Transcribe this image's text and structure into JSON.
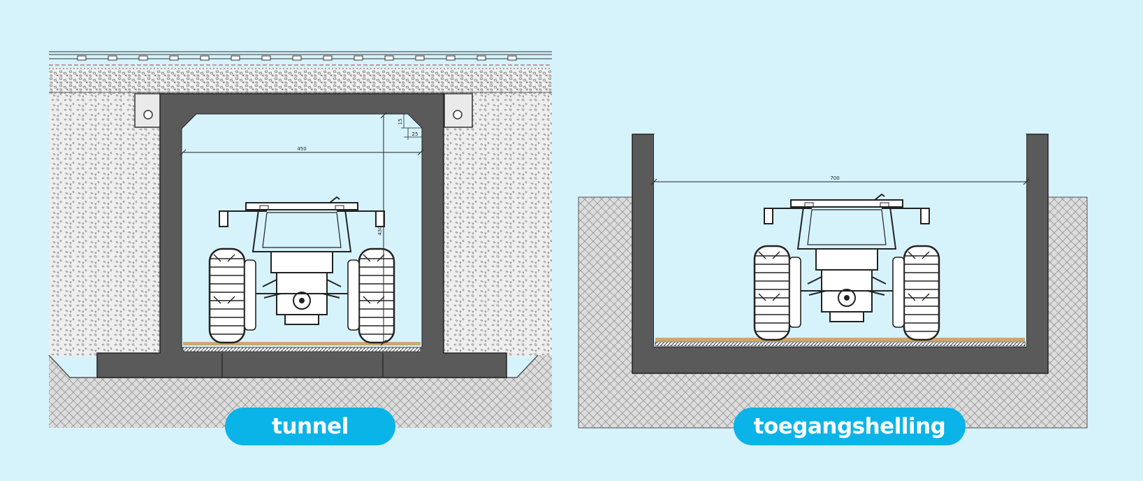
{
  "labels": {
    "tunnel": "tunnel",
    "ramp": "toegangshelling"
  },
  "dimensions": {
    "tunnel_width": "450",
    "tunnel_height": "430",
    "chamfer_vertical": "15",
    "chamfer_horizontal": "25",
    "ramp_width": "700"
  },
  "colors": {
    "background": "#d6f3fb",
    "concrete": "#5a5a5a",
    "label_pill": "#0bb4e8",
    "soil": "#d9d9d9",
    "clearance": "#d6f3fb"
  }
}
